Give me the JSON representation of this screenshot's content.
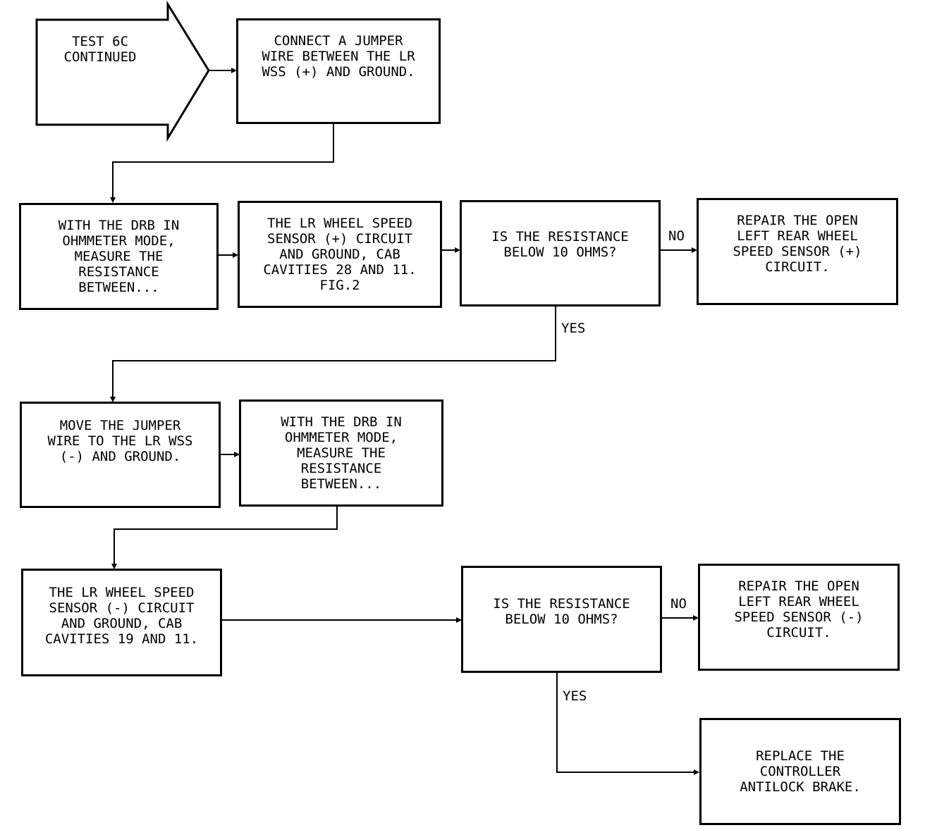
{
  "entry": {
    "label": "TEST 6C\nCONTINUED"
  },
  "boxes": {
    "connect_jumper": "CONNECT A JUMPER\nWIRE BETWEEN THE LR\nWSS (+) AND GROUND.",
    "measure_1": "WITH THE DRB IN\nOHMMETER MODE,\nMEASURE THE\nRESISTANCE\nBETWEEN...",
    "circuit_plus": "THE LR WHEEL SPEED\nSENSOR (+) CIRCUIT\nAND GROUND, CAB\nCAVITIES 28 AND 11.\nFIG.2",
    "question_1": "IS THE RESISTANCE\nBELOW 10 OHMS?",
    "repair_plus": "REPAIR THE OPEN\nLEFT REAR WHEEL\nSPEED SENSOR (+)\nCIRCUIT.",
    "move_jumper": "MOVE THE JUMPER\nWIRE TO THE LR WSS\n(-) AND GROUND.",
    "measure_2": "WITH THE DRB IN\nOHMMETER MODE,\nMEASURE THE\nRESISTANCE\nBETWEEN...",
    "circuit_minus": "THE LR WHEEL SPEED\nSENSOR (-) CIRCUIT\nAND GROUND, CAB\nCAVITIES 19 AND 11.",
    "question_2": "IS THE RESISTANCE\nBELOW 10 OHMS?",
    "repair_minus": "REPAIR THE OPEN\nLEFT REAR WHEEL\nSPEED SENSOR (-)\nCIRCUIT.",
    "replace_controller": "REPLACE THE\nCONTROLLER\nANTILOCK BRAKE."
  },
  "branch_labels": {
    "no_1": "NO",
    "yes_1": "YES",
    "no_2": "NO",
    "yes_2": "YES"
  }
}
